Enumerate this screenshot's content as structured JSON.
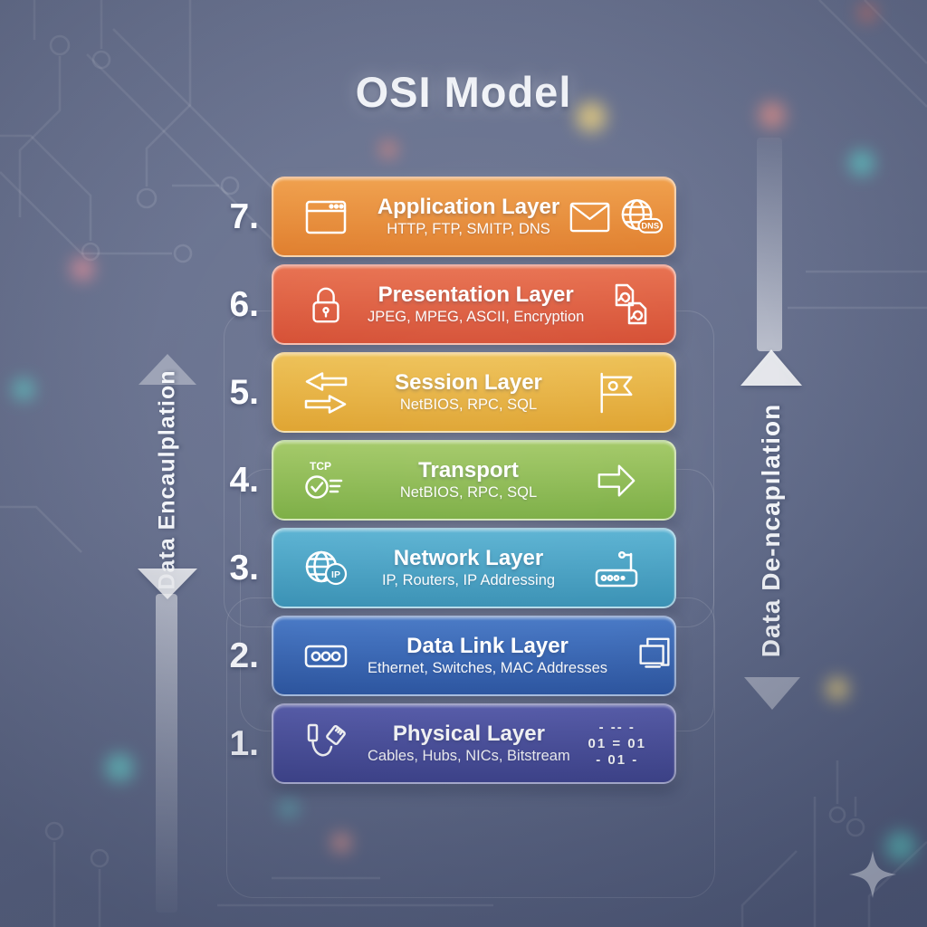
{
  "title": "OSI Model",
  "left_flow": {
    "label": "Data Encaulplation"
  },
  "right_flow": {
    "label": "Data De-ncapılation"
  },
  "layers": [
    {
      "number": "7.",
      "title": "Application Layer",
      "subtitle": "HTTP, FTP, SMITP, DNS",
      "color_top": "#f0a14e",
      "color_bottom": "#e07e2d",
      "badge": "DNS"
    },
    {
      "number": "6.",
      "title": "Presentation Layer",
      "subtitle": "JPEG, MPEG, ASCII, Encryption",
      "color_top": "#e87150",
      "color_bottom": "#d54e33"
    },
    {
      "number": "5.",
      "title": "Session Layer",
      "subtitle": "NetBIOS, RPC, SQL",
      "color_top": "#eec156",
      "color_bottom": "#dfa32f"
    },
    {
      "number": "4.",
      "title": "Transport",
      "subtitle": "NetBIOS, RPC, SQL",
      "color_top": "#a3c967",
      "color_bottom": "#7cae45",
      "badge": "TCP"
    },
    {
      "number": "3.",
      "title": "Network Layer",
      "subtitle": "IP, Routers, IP Addressing",
      "color_top": "#5cb3d3",
      "color_bottom": "#3b92b5",
      "badge": "IP"
    },
    {
      "number": "2.",
      "title": "Data Link Layer",
      "subtitle": "Ethernet, Switches, MAC Addresses",
      "color_top": "#4a7ac6",
      "color_bottom": "#2d57a3"
    },
    {
      "number": "1.",
      "title": "Physical Layer",
      "subtitle": "Cables, Hubs, NICs, Bitstream",
      "color_top": "#5a5fae",
      "color_bottom": "#3f4490",
      "binary": [
        "- -- -",
        "01 = 01",
        "- 01 -"
      ]
    }
  ],
  "palette": {
    "background": "#6a7390",
    "title_color": "#f6f8fc",
    "bar_border_glow": "#ffffff",
    "bokeh_teal": "#63d6d0",
    "bokeh_pink": "#ea968e",
    "bokeh_yellow": "#eed381",
    "bokeh_red": "#df7a6c"
  }
}
